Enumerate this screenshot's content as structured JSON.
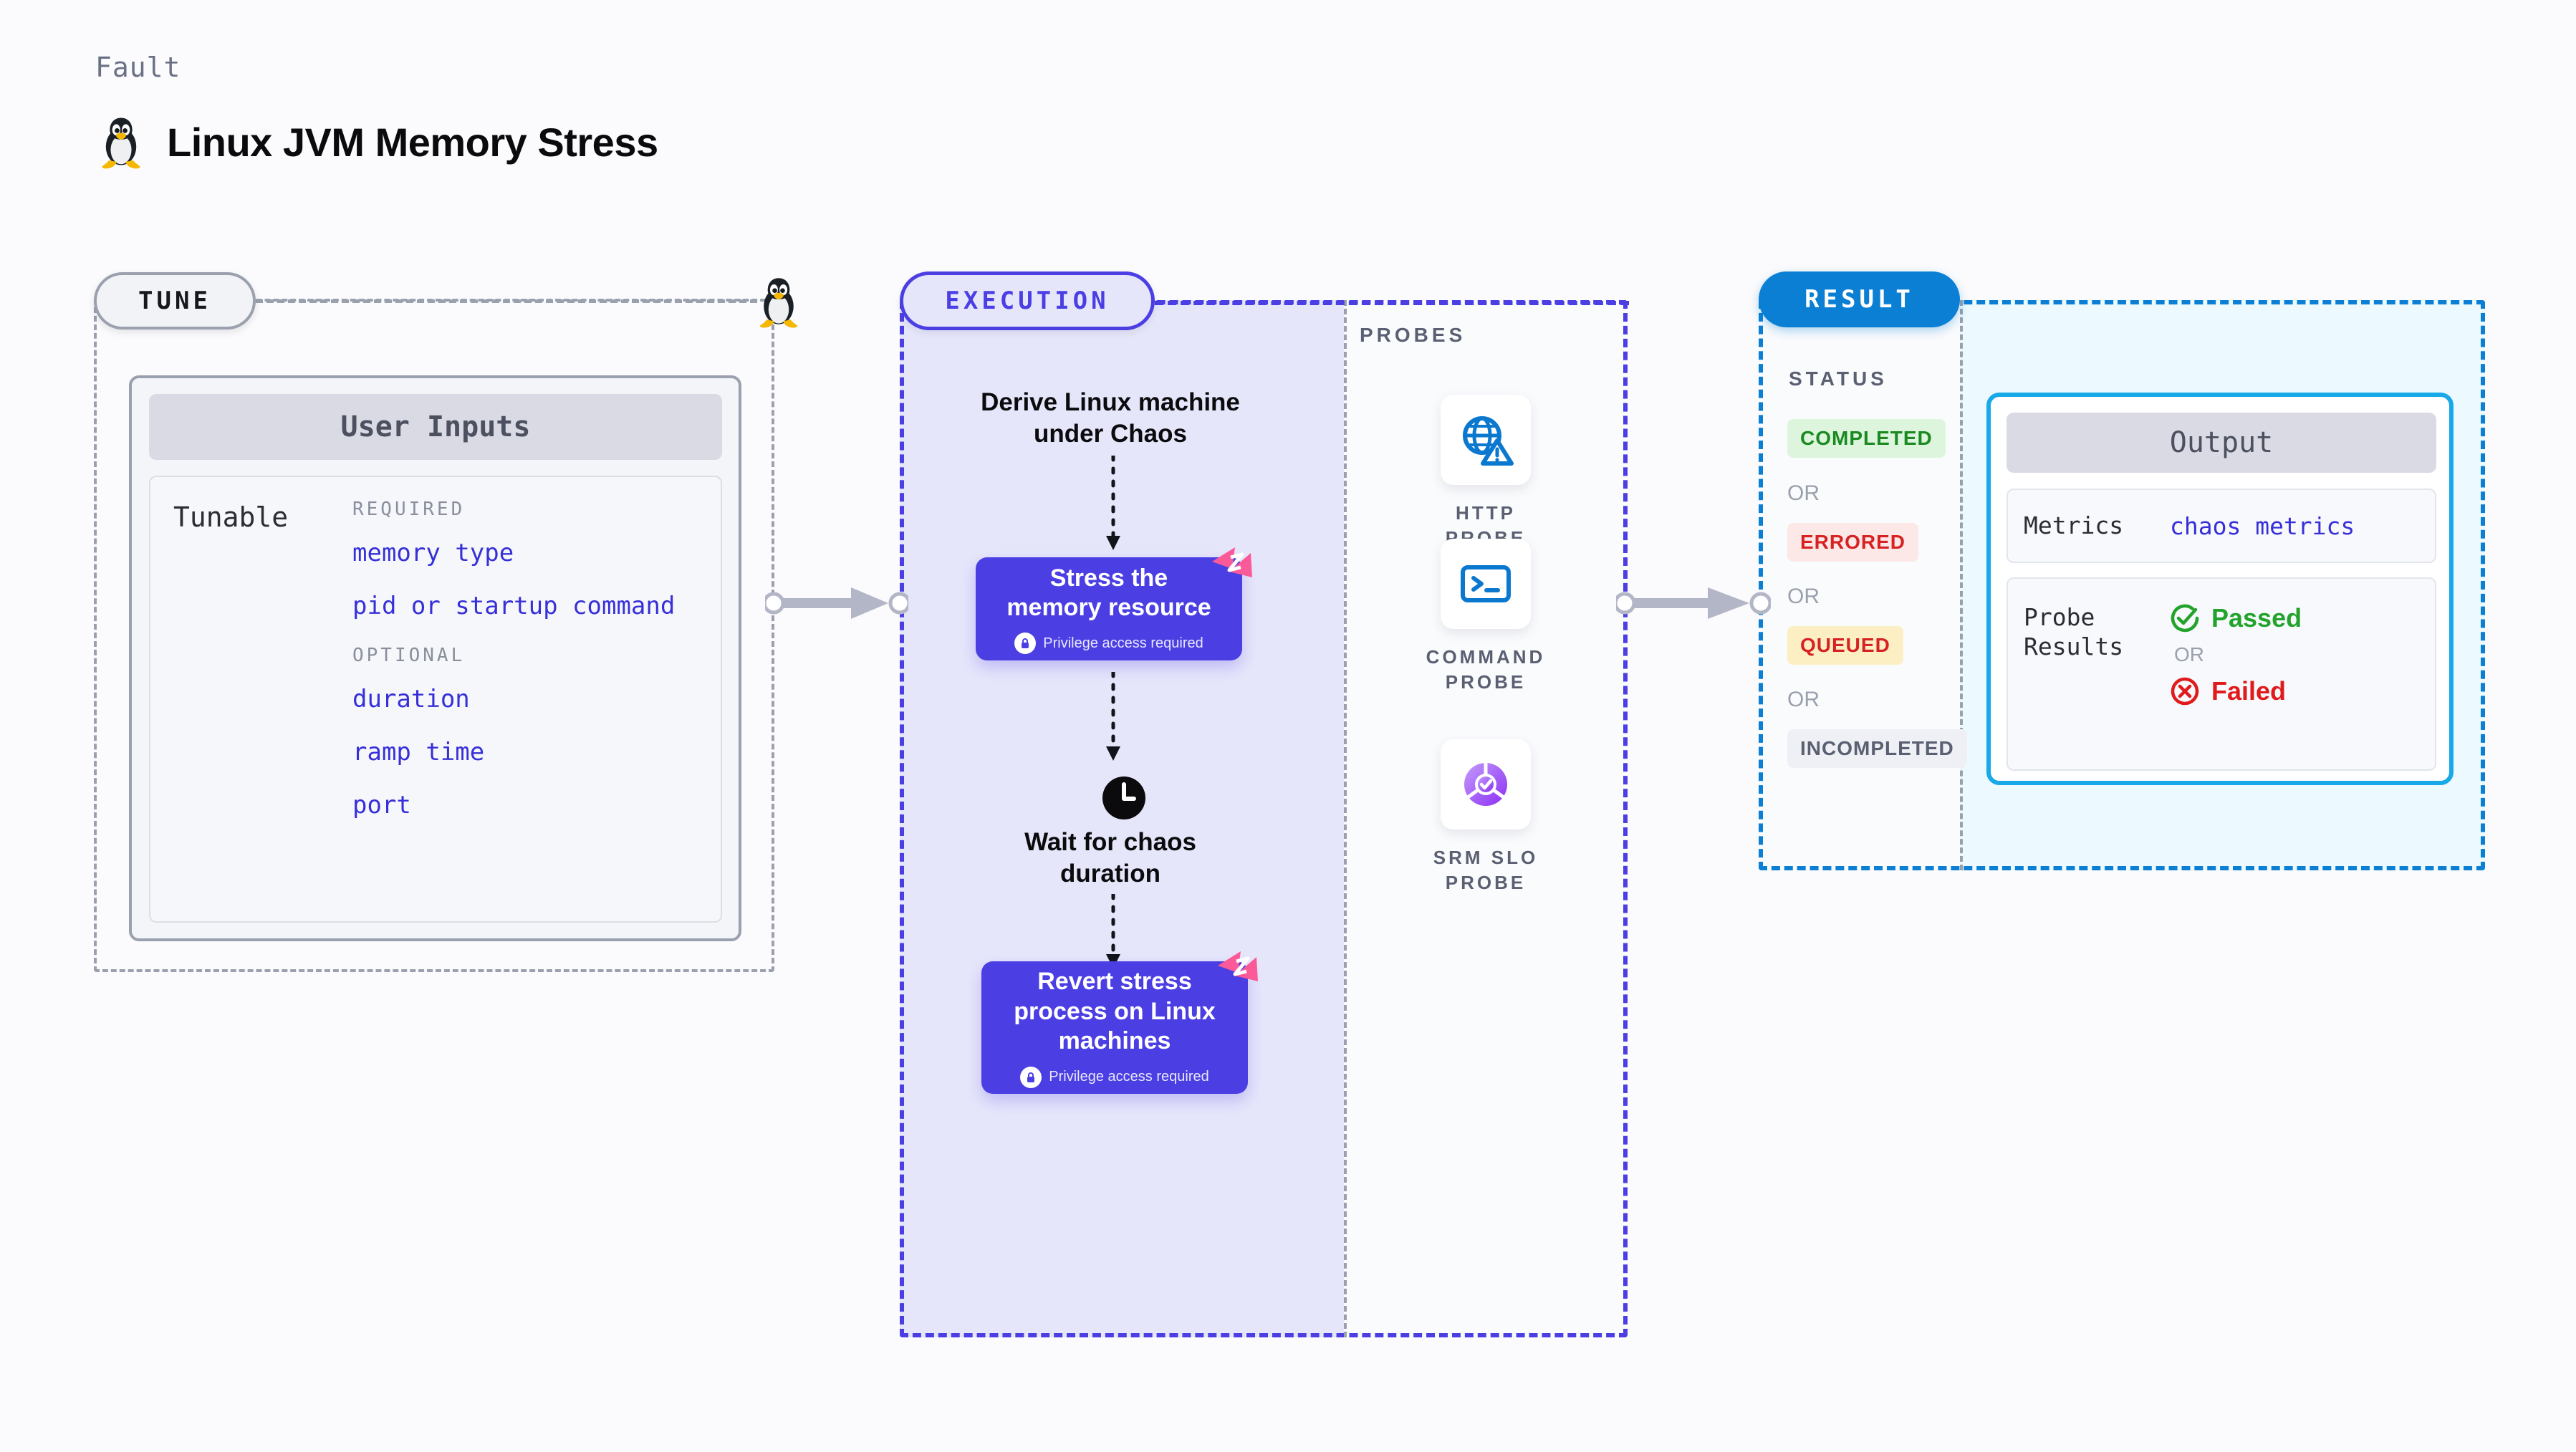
{
  "header": {
    "kicker": "Fault",
    "title": "Linux JVM Memory Stress",
    "icon": "tux-penguin-icon"
  },
  "tune": {
    "pill_label": "TUNE",
    "card_title": "User Inputs",
    "tunable_label": "Tunable",
    "groups": [
      {
        "heading": "REQUIRED",
        "items": [
          "memory type",
          "pid or startup command"
        ]
      },
      {
        "heading": "OPTIONAL",
        "items": [
          "duration",
          "ramp time",
          "port"
        ]
      }
    ]
  },
  "execution": {
    "pill_label": "EXECUTION",
    "step1": "Derive Linux machine under Chaos",
    "step1_line1": "Derive Linux machine",
    "step1_line2": "under Chaos",
    "box1_title": "Stress the memory resource",
    "box1_line1": "Stress the",
    "box1_line2": "memory resource",
    "box1_note": "Privilege access required",
    "wait_step": "Wait for chaos duration",
    "wait_line1": "Wait for chaos",
    "wait_line2": "duration",
    "box2_title": "Revert stress process on Linux machines",
    "box2_line1": "Revert stress",
    "box2_line2": "process on Linux",
    "box2_line3": "machines",
    "box2_note": "Privilege access required",
    "clock_icon": "clock-icon",
    "ribbon_icon": "litmus-ribbon-icon",
    "lock_icon": "lock-icon"
  },
  "probes": {
    "title": "PROBES",
    "items": [
      {
        "label_line1": "HTTP",
        "label_line2": "PROBE",
        "icon": "globe-warning-icon"
      },
      {
        "label_line1": "COMMAND",
        "label_line2": "PROBE",
        "icon": "terminal-icon"
      },
      {
        "label_line1": "SRM SLO",
        "label_line2": "PROBE",
        "icon": "slo-donut-check-icon"
      }
    ]
  },
  "result": {
    "pill_label": "RESULT",
    "status_label": "STATUS",
    "or_label": "OR",
    "statuses": [
      {
        "label": "COMPLETED",
        "bg": "#ddf5dd",
        "fg": "#1a8a21"
      },
      {
        "label": "ERRORED",
        "bg": "#fde8e8",
        "fg": "#d62222"
      },
      {
        "label": "QUEUED",
        "bg": "#fdefc4",
        "fg": "#d62222"
      },
      {
        "label": "INCOMPLETED",
        "bg": "#eff0f5",
        "fg": "#5a6072"
      }
    ],
    "output": {
      "title": "Output",
      "metrics_key": "Metrics",
      "metrics_value": "chaos metrics",
      "probe_results_key_line1": "Probe",
      "probe_results_key_line2": "Results",
      "passed_label": "Passed",
      "failed_label": "Failed",
      "or_label": "OR",
      "passed_icon": "check-circle-icon",
      "failed_icon": "x-circle-icon"
    }
  },
  "colors": {
    "accent_purple": "#4b3fe4",
    "accent_blue": "#0a7fd4",
    "accent_cyan": "#17a9e8",
    "ribbon_pink": "#fb5a98",
    "link_indigo": "#3730d8",
    "muted_gray": "#9aa0ad"
  }
}
